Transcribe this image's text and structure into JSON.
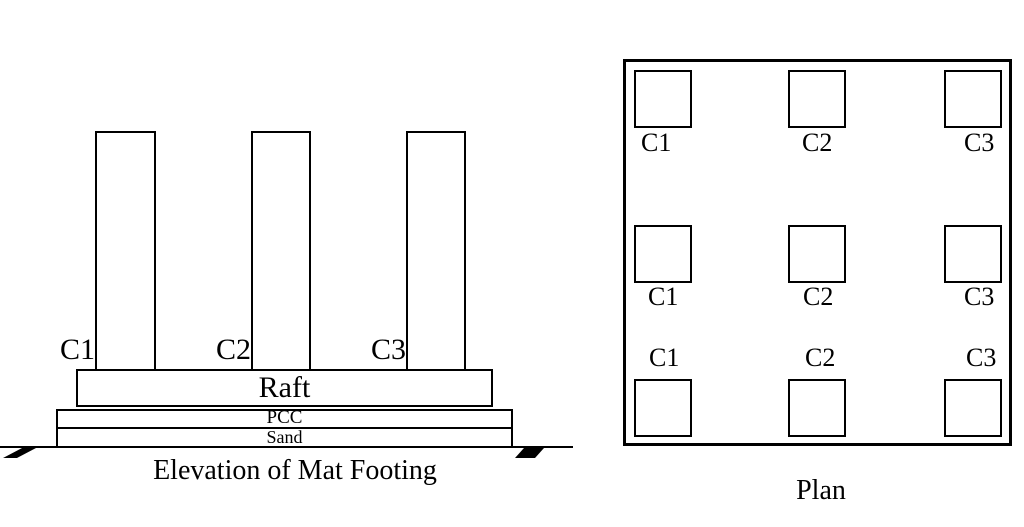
{
  "colors": {
    "line": "#000000",
    "background": "#ffffff"
  },
  "elevation": {
    "title": "Elevation of Mat Footing",
    "columns": [
      "C1",
      "C2",
      "C3"
    ],
    "layers": {
      "raft": "Raft",
      "pcc": "PCC",
      "sand": "Sand"
    }
  },
  "plan": {
    "title": "Plan",
    "grid": {
      "rows": 3,
      "cols": 3
    },
    "rows": [
      {
        "label_position": "below",
        "labels": [
          "C1",
          "C2",
          "C3"
        ]
      },
      {
        "label_position": "below",
        "labels": [
          "C1",
          "C2",
          "C3"
        ]
      },
      {
        "label_position": "above",
        "labels": [
          "C1",
          "C2",
          "C3"
        ]
      }
    ]
  }
}
